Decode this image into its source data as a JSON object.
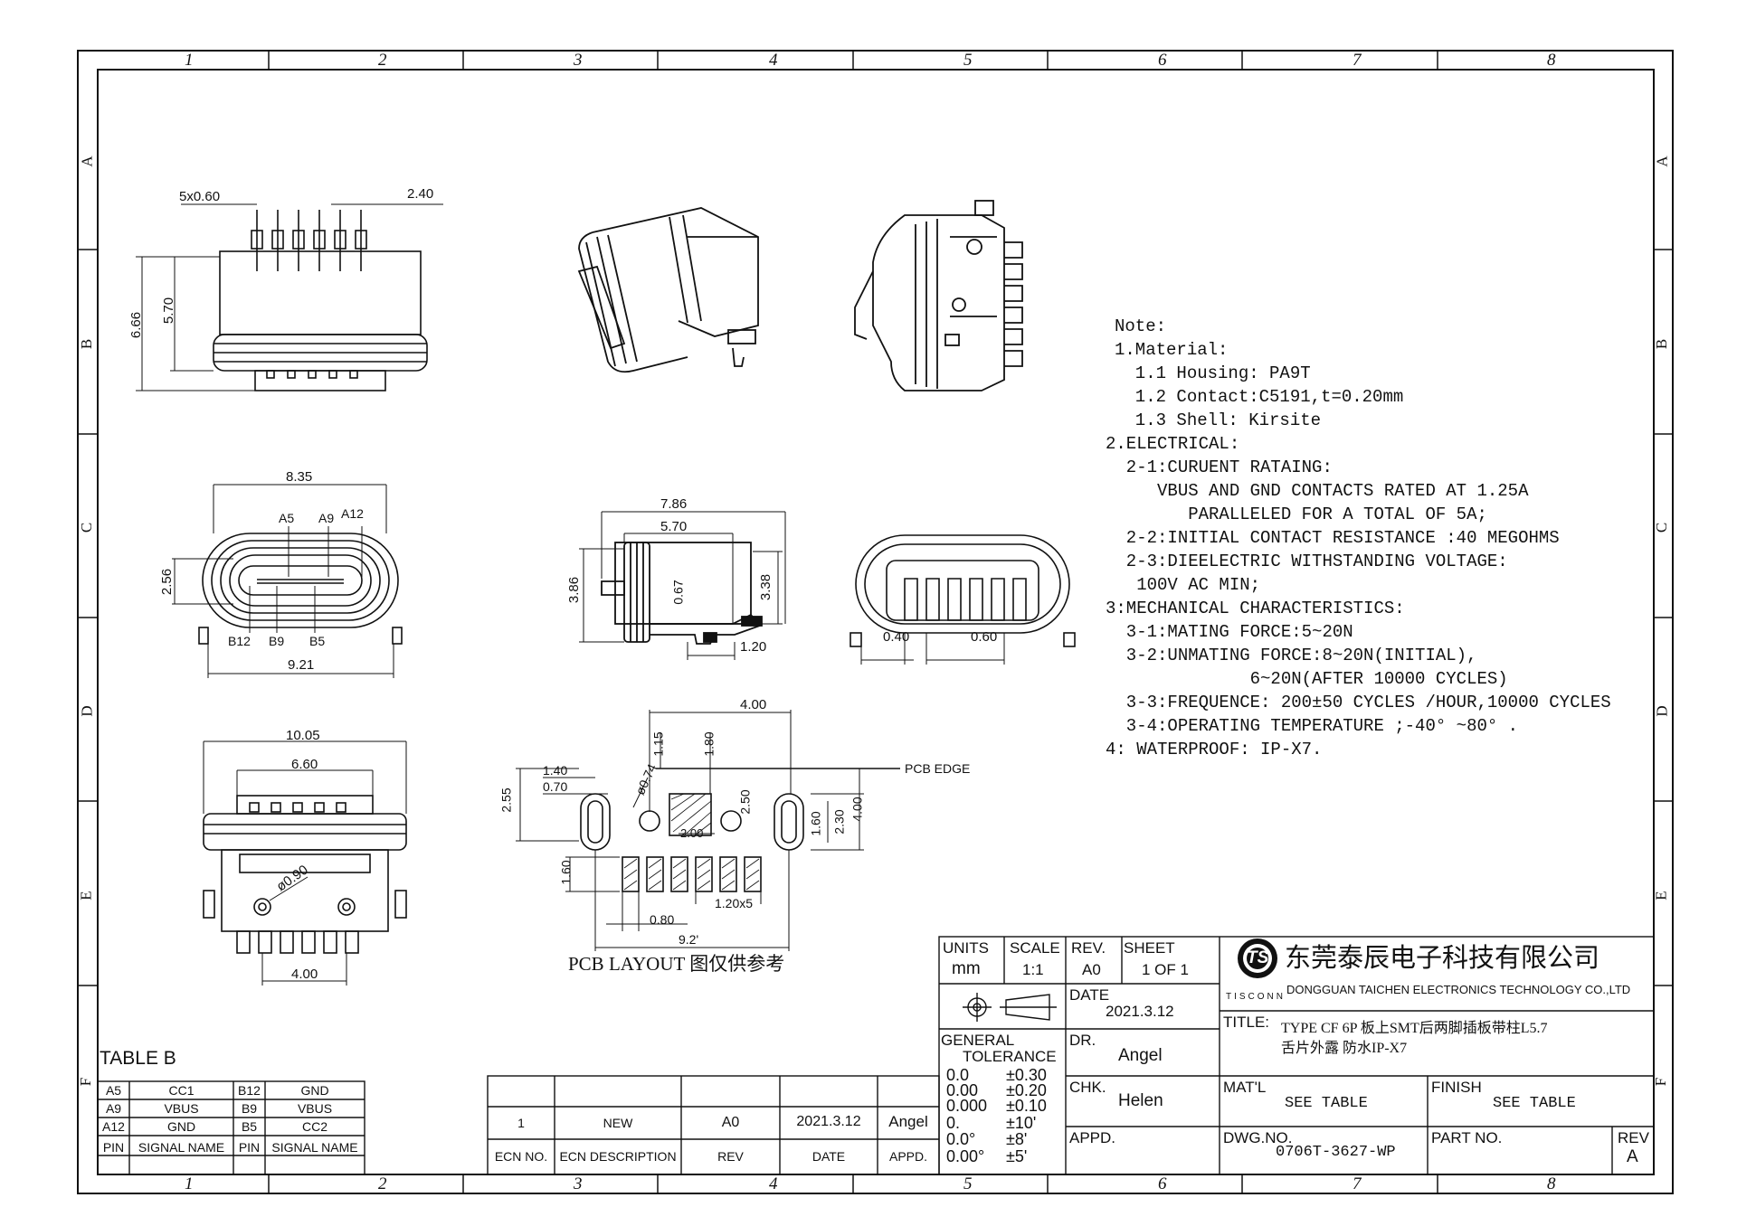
{
  "frame": {
    "col_labels": [
      "1",
      "2",
      "3",
      "4",
      "5",
      "6",
      "7",
      "8"
    ],
    "row_labels": [
      "A",
      "B",
      "C",
      "D",
      "E",
      "F"
    ]
  },
  "dims": {
    "top_pitch": "5x0.60",
    "top_2_40": "2.40",
    "top_6_66": "6.66",
    "top_5_70": "5.70",
    "front_8_35": "8.35",
    "front_a5": "A5",
    "front_a9": "A9",
    "front_a12": "A12",
    "front_2_56": "2.56",
    "front_b12": "B12",
    "front_b9": "B9",
    "front_b5": "B5",
    "front_9_21": "9.21",
    "side_7_86": "7.86",
    "side_5_70": "5.70",
    "side_3_86": "3.86",
    "side_0_67": "0.67",
    "side_3_38": "3.38",
    "side_1_20": "1.20",
    "rear_0_40": "0.40",
    "rear_0_60": "0.60",
    "bottom_10_05": "10.05",
    "bottom_6_60": "6.60",
    "bottom_phi": "ø0.90",
    "bottom_4_00": "4.00",
    "pcb_4_00": "4.00",
    "pcb_1_15": "1.15",
    "pcb_1_80": "1.80",
    "pcb_edge": "PCB EDGE",
    "pcb_1_40": "1.40",
    "pcb_0_70": "0.70",
    "pcb_2_55": "2.55",
    "pcb_phi": "ø0.74",
    "pcb_2_50": "2.50",
    "pcb_1_60r": "1.60",
    "pcb_2_30": "2.30",
    "pcb_4_00v": "4.00",
    "pcb_2_00": "2.00",
    "pcb_1_60": "1.60",
    "pcb_pitch": "1.20x5",
    "pcb_0_80": "0.80",
    "pcb_9_2": "9.2'",
    "pcb_caption": "PCB LAYOUT 图仅供参考"
  },
  "notes": [
    "Note:",
    "1.Material:",
    "  1.1 Housing: PA9T",
    "  1.2 Contact:C5191,t=0.20mm",
    "  1.3 Shell: Kirsite",
    "2.ELECTRICAL:",
    "  2-1:CURUENT RATAING:",
    "     VBUS AND GND CONTACTS RATED AT 1.25A",
    "        PARALLELED FOR A TOTAL OF 5A;",
    "  2-2:INITIAL CONTACT RESISTANCE :40 MEGOHMS",
    "  2-3:DIEELECTRIC WITHSTANDING VOLTAGE:",
    "   100V AC MIN;",
    "3:MECHANICAL CHARACTERISTICS:",
    "  3-1:MATING FORCE:5~20N",
    "  3-2:UNMATING FORCE:8~20N(INITIAL),",
    "              6~20N(AFTER 10000 CYCLES)",
    "  3-3:FREQUENCE: 200±50 CYCLES /HOUR,10000 CYCLES",
    "  3-4:OPERATING TEMPERATURE ;-40° ~80° .",
    "4: WATERPROOF: IP-X7."
  ],
  "table_b": {
    "title": "TABLE B",
    "rows": [
      [
        "A5",
        "CC1",
        "B12",
        "GND"
      ],
      [
        "A9",
        "VBUS",
        "B9",
        "VBUS"
      ],
      [
        "A12",
        "GND",
        "B5",
        "CC2"
      ]
    ],
    "header": [
      "PIN",
      "SIGNAL NAME",
      "PIN",
      "SIGNAL NAME"
    ]
  },
  "revision": {
    "row": [
      "1",
      "NEW",
      "A0",
      "2021.3.12",
      "Angel"
    ],
    "header": [
      "ECN NO.",
      "ECN DESCRIPTION",
      "REV",
      "DATE",
      "APPD."
    ]
  },
  "title_block": {
    "units_label": "UNITS",
    "units_value": "mm",
    "scale_label": "SCALE",
    "scale_value": "1:1",
    "rev_label": "REV.",
    "rev_value": "A0",
    "sheet_label": "SHEET",
    "sheet_value": "1 OF 1",
    "company_cn": "东莞泰辰电子科技有限公司",
    "company_en": "DONGGUAN TAICHEN ELECTRONICS TECHNOLOGY CO.,LTD",
    "logo_text": "TISCONN",
    "logo_mark": "TS",
    "date_label": "DATE",
    "date_value": "2021.3.12",
    "title_label": "TITLE:",
    "title_line1": "TYPE CF 6P 板上SMT后两脚插板带柱L5.7",
    "title_line2": "舌片外露 防水IP-X7",
    "tol_label1": "GENERAL",
    "tol_label2": "TOLERANCE",
    "tol_rows": [
      [
        "0.0",
        "±0.30"
      ],
      [
        "0.00",
        "±0.20"
      ],
      [
        "0.000",
        "±0.10"
      ],
      [
        "0.",
        "±10'"
      ],
      [
        "0.0°",
        "±8'"
      ],
      [
        "0.00°",
        "±5'"
      ]
    ],
    "dr_label": "DR.",
    "dr_value": "Angel",
    "chk_label": "CHK.",
    "chk_value": "Helen",
    "appd_label": "APPD.",
    "matl_label": "MAT'L",
    "matl_value": "SEE TABLE",
    "finish_label": "FINISH",
    "finish_value": "SEE TABLE",
    "dwg_label": "DWG.NO.",
    "dwg_value": "0706T-3627-WP",
    "part_label": "PART NO.",
    "rev2_label": "REV",
    "rev2_value": "A"
  }
}
